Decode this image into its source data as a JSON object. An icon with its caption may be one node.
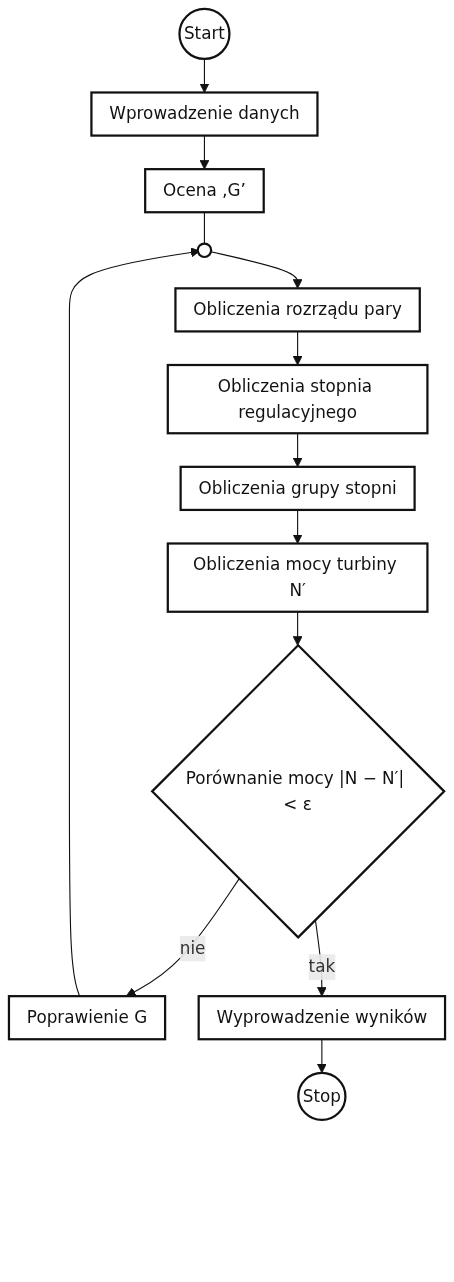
{
  "diagram": {
    "nodes": [
      {
        "text": [
          "Start"
        ]
      },
      {
        "text": [
          "Wprowadzenie danych"
        ]
      },
      {
        "text": [
          "Ocena ‚G’"
        ]
      },
      {
        "text": [],
        "shape": "circle"
      },
      {
        "text": [
          "Obliczenia rozrządu pary"
        ]
      },
      {
        "text": [
          "Obliczenia stopnia regulacyjnego"
        ]
      },
      {
        "text": [
          "Obliczenia grupy stopni"
        ]
      },
      {
        "text": [
          "Obliczenia mocy turbiny N′"
        ]
      },
      {
        "text": [
          "Porównanie mocy |N − N′| < ε"
        ]
      },
      {
        "text": [
          "Poprawienie G"
        ]
      },
      {
        "text": [
          "Wyprowadzenie wyników"
        ]
      },
      {
        "text": [
          "Stop"
        ]
      }
    ],
    "edges": [
      {
        "from": 0,
        "to": 1,
        "arrow": "to"
      },
      {
        "from": 1,
        "to": 2,
        "arrow": "to"
      },
      {
        "from": 2,
        "to": 3,
        "arrow": "none"
      },
      {
        "from": 3,
        "to": 4,
        "arrow": "to"
      },
      {
        "from": 4,
        "to": 5,
        "arrow": "to"
      },
      {
        "from": 5,
        "to": 6,
        "arrow": "to"
      },
      {
        "from": 6,
        "to": 7,
        "arrow": "to"
      },
      {
        "from": 7,
        "to": 8,
        "arrow": "to"
      },
      {
        "from": 8,
        "to": 9,
        "label": "nie",
        "arrow": "to"
      },
      {
        "from": 9,
        "to": 3,
        "arrow": "to"
      },
      {
        "from": 8,
        "to": 10,
        "label": "tak",
        "arrow": "to"
      },
      {
        "from": 10,
        "to": 11,
        "arrow": "to"
      }
    ]
  }
}
